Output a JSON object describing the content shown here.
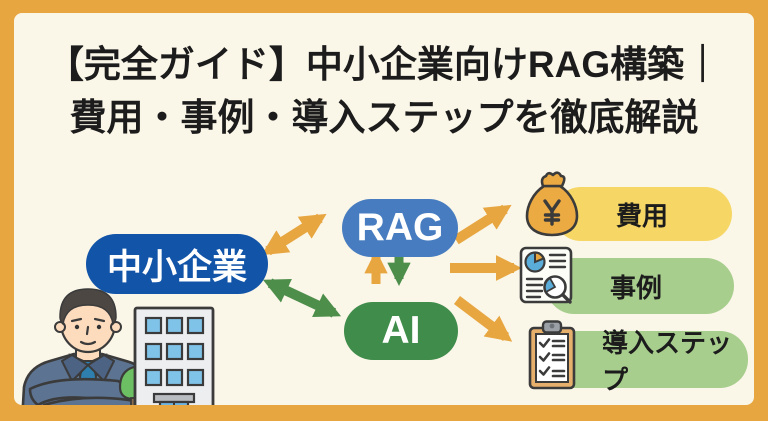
{
  "title": {
    "line1": "【完全ガイド】中小企業向けRAG構築｜",
    "line2": "費用・事例・導入ステップを徹底解説"
  },
  "diagram": {
    "nodes": {
      "sme": {
        "label": "中小企業",
        "color": "#1254a8"
      },
      "rag": {
        "label": "RAG",
        "color": "#477dc0"
      },
      "ai": {
        "label": "AI",
        "color": "#3f8c4b"
      }
    },
    "outcomes": [
      {
        "label": "費用",
        "icon": "money-bag-icon",
        "pill_color": "#f6d765"
      },
      {
        "label": "事例",
        "icon": "document-pie-chart-icon",
        "pill_color": "#a8ce8e"
      },
      {
        "label": "導入ステップ",
        "icon": "clipboard-checklist-icon",
        "pill_color": "#a8ce8e"
      }
    ],
    "illustrations": [
      "businessman",
      "office-building",
      "tree"
    ]
  },
  "colors": {
    "frame_orange": "#e7a640",
    "panel_cream": "#faf6e8",
    "arrow_orange": "#e7a640",
    "arrow_green": "#4e8e4b",
    "title_text": "#1c1c1c"
  }
}
